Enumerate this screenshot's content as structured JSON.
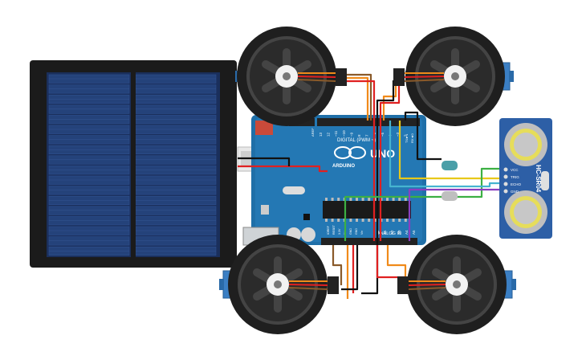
{
  "colors": {
    "panel_frame": "#1b1b1b",
    "panel_cell": "#1f3a6e",
    "board": "#1f6fa8",
    "board_dark": "#155a8c",
    "servo_body": "#3b7fc4",
    "wheel": "#222222",
    "sensor_board": "#2d5fa6",
    "wire_red": "#e02020",
    "wire_orange": "#f08a1a",
    "wire_yellow": "#e8c81a",
    "wire_green": "#3cb043",
    "wire_cyan": "#46b4d0",
    "wire_purple": "#8a3fc0",
    "wire_brown": "#8a5a2a",
    "wire_black": "#111111"
  },
  "arduino": {
    "logo": "UNO",
    "brand": "ARDUINO",
    "digital_label": "DIGITAL (PWM ~)",
    "analog_label": "ANALOG IN",
    "aref": "AREF",
    "gnd": "GND",
    "tx": "TX►1",
    "rx": "RX◄0",
    "pins_digital": [
      "13",
      "12",
      "~11",
      "~10",
      "~9",
      "8",
      "7",
      "~6",
      "~5",
      "4",
      "~3",
      "2"
    ],
    "pins_analog": [
      "A0",
      "A1",
      "A2",
      "A3",
      "A4",
      "A5"
    ],
    "power_pins": [
      "IOREF",
      "RESET",
      "3.3V",
      "5V",
      "GND",
      "GND",
      "Vin"
    ]
  },
  "sensor": {
    "model": "HC-SR04",
    "pins": [
      "VCC",
      "TRIG",
      "ECHO",
      "GND"
    ]
  },
  "icons": {
    "solar_panel": "solar-panel-icon",
    "wheel": "wheel-icon",
    "led": "led-icon"
  }
}
